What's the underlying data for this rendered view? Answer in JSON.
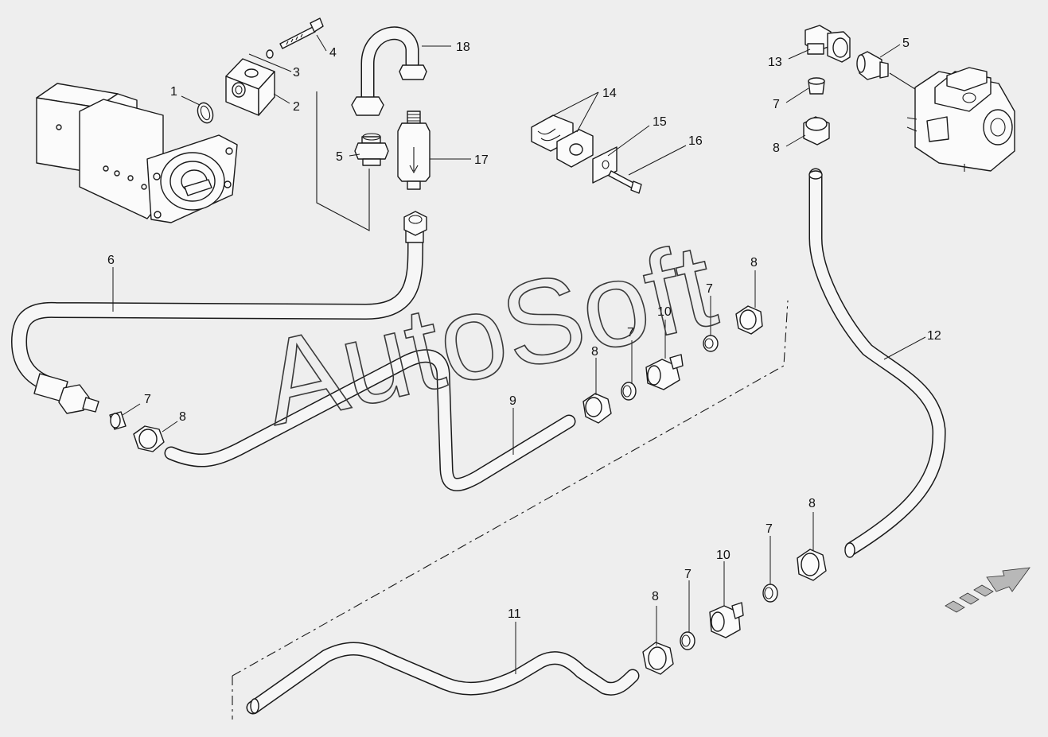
{
  "diagram": {
    "watermark": "AutoSoft",
    "callouts": [
      {
        "id": "c-1",
        "label": "1"
      },
      {
        "id": "c-2",
        "label": "2"
      },
      {
        "id": "c-3",
        "label": "3"
      },
      {
        "id": "c-4",
        "label": "4"
      },
      {
        "id": "c-5a",
        "label": "5"
      },
      {
        "id": "c-6",
        "label": "6"
      },
      {
        "id": "c-7a",
        "label": "7"
      },
      {
        "id": "c-8a",
        "label": "8"
      },
      {
        "id": "c-9",
        "label": "9"
      },
      {
        "id": "c-8b",
        "label": "8"
      },
      {
        "id": "c-7b",
        "label": "7"
      },
      {
        "id": "c-10a",
        "label": "10"
      },
      {
        "id": "c-7c",
        "label": "7"
      },
      {
        "id": "c-8c",
        "label": "8"
      },
      {
        "id": "c-18",
        "label": "18"
      },
      {
        "id": "c-17",
        "label": "17"
      },
      {
        "id": "c-14",
        "label": "14"
      },
      {
        "id": "c-15",
        "label": "15"
      },
      {
        "id": "c-16",
        "label": "16"
      },
      {
        "id": "c-13",
        "label": "13"
      },
      {
        "id": "c-5b",
        "label": "5"
      },
      {
        "id": "c-7d",
        "label": "7"
      },
      {
        "id": "c-8d",
        "label": "8"
      },
      {
        "id": "c-12",
        "label": "12"
      },
      {
        "id": "c-8e",
        "label": "8"
      },
      {
        "id": "c-7e",
        "label": "7"
      },
      {
        "id": "c-10b",
        "label": "10"
      },
      {
        "id": "c-7f",
        "label": "7"
      },
      {
        "id": "c-8f",
        "label": "8"
      },
      {
        "id": "c-11",
        "label": "11"
      }
    ]
  }
}
